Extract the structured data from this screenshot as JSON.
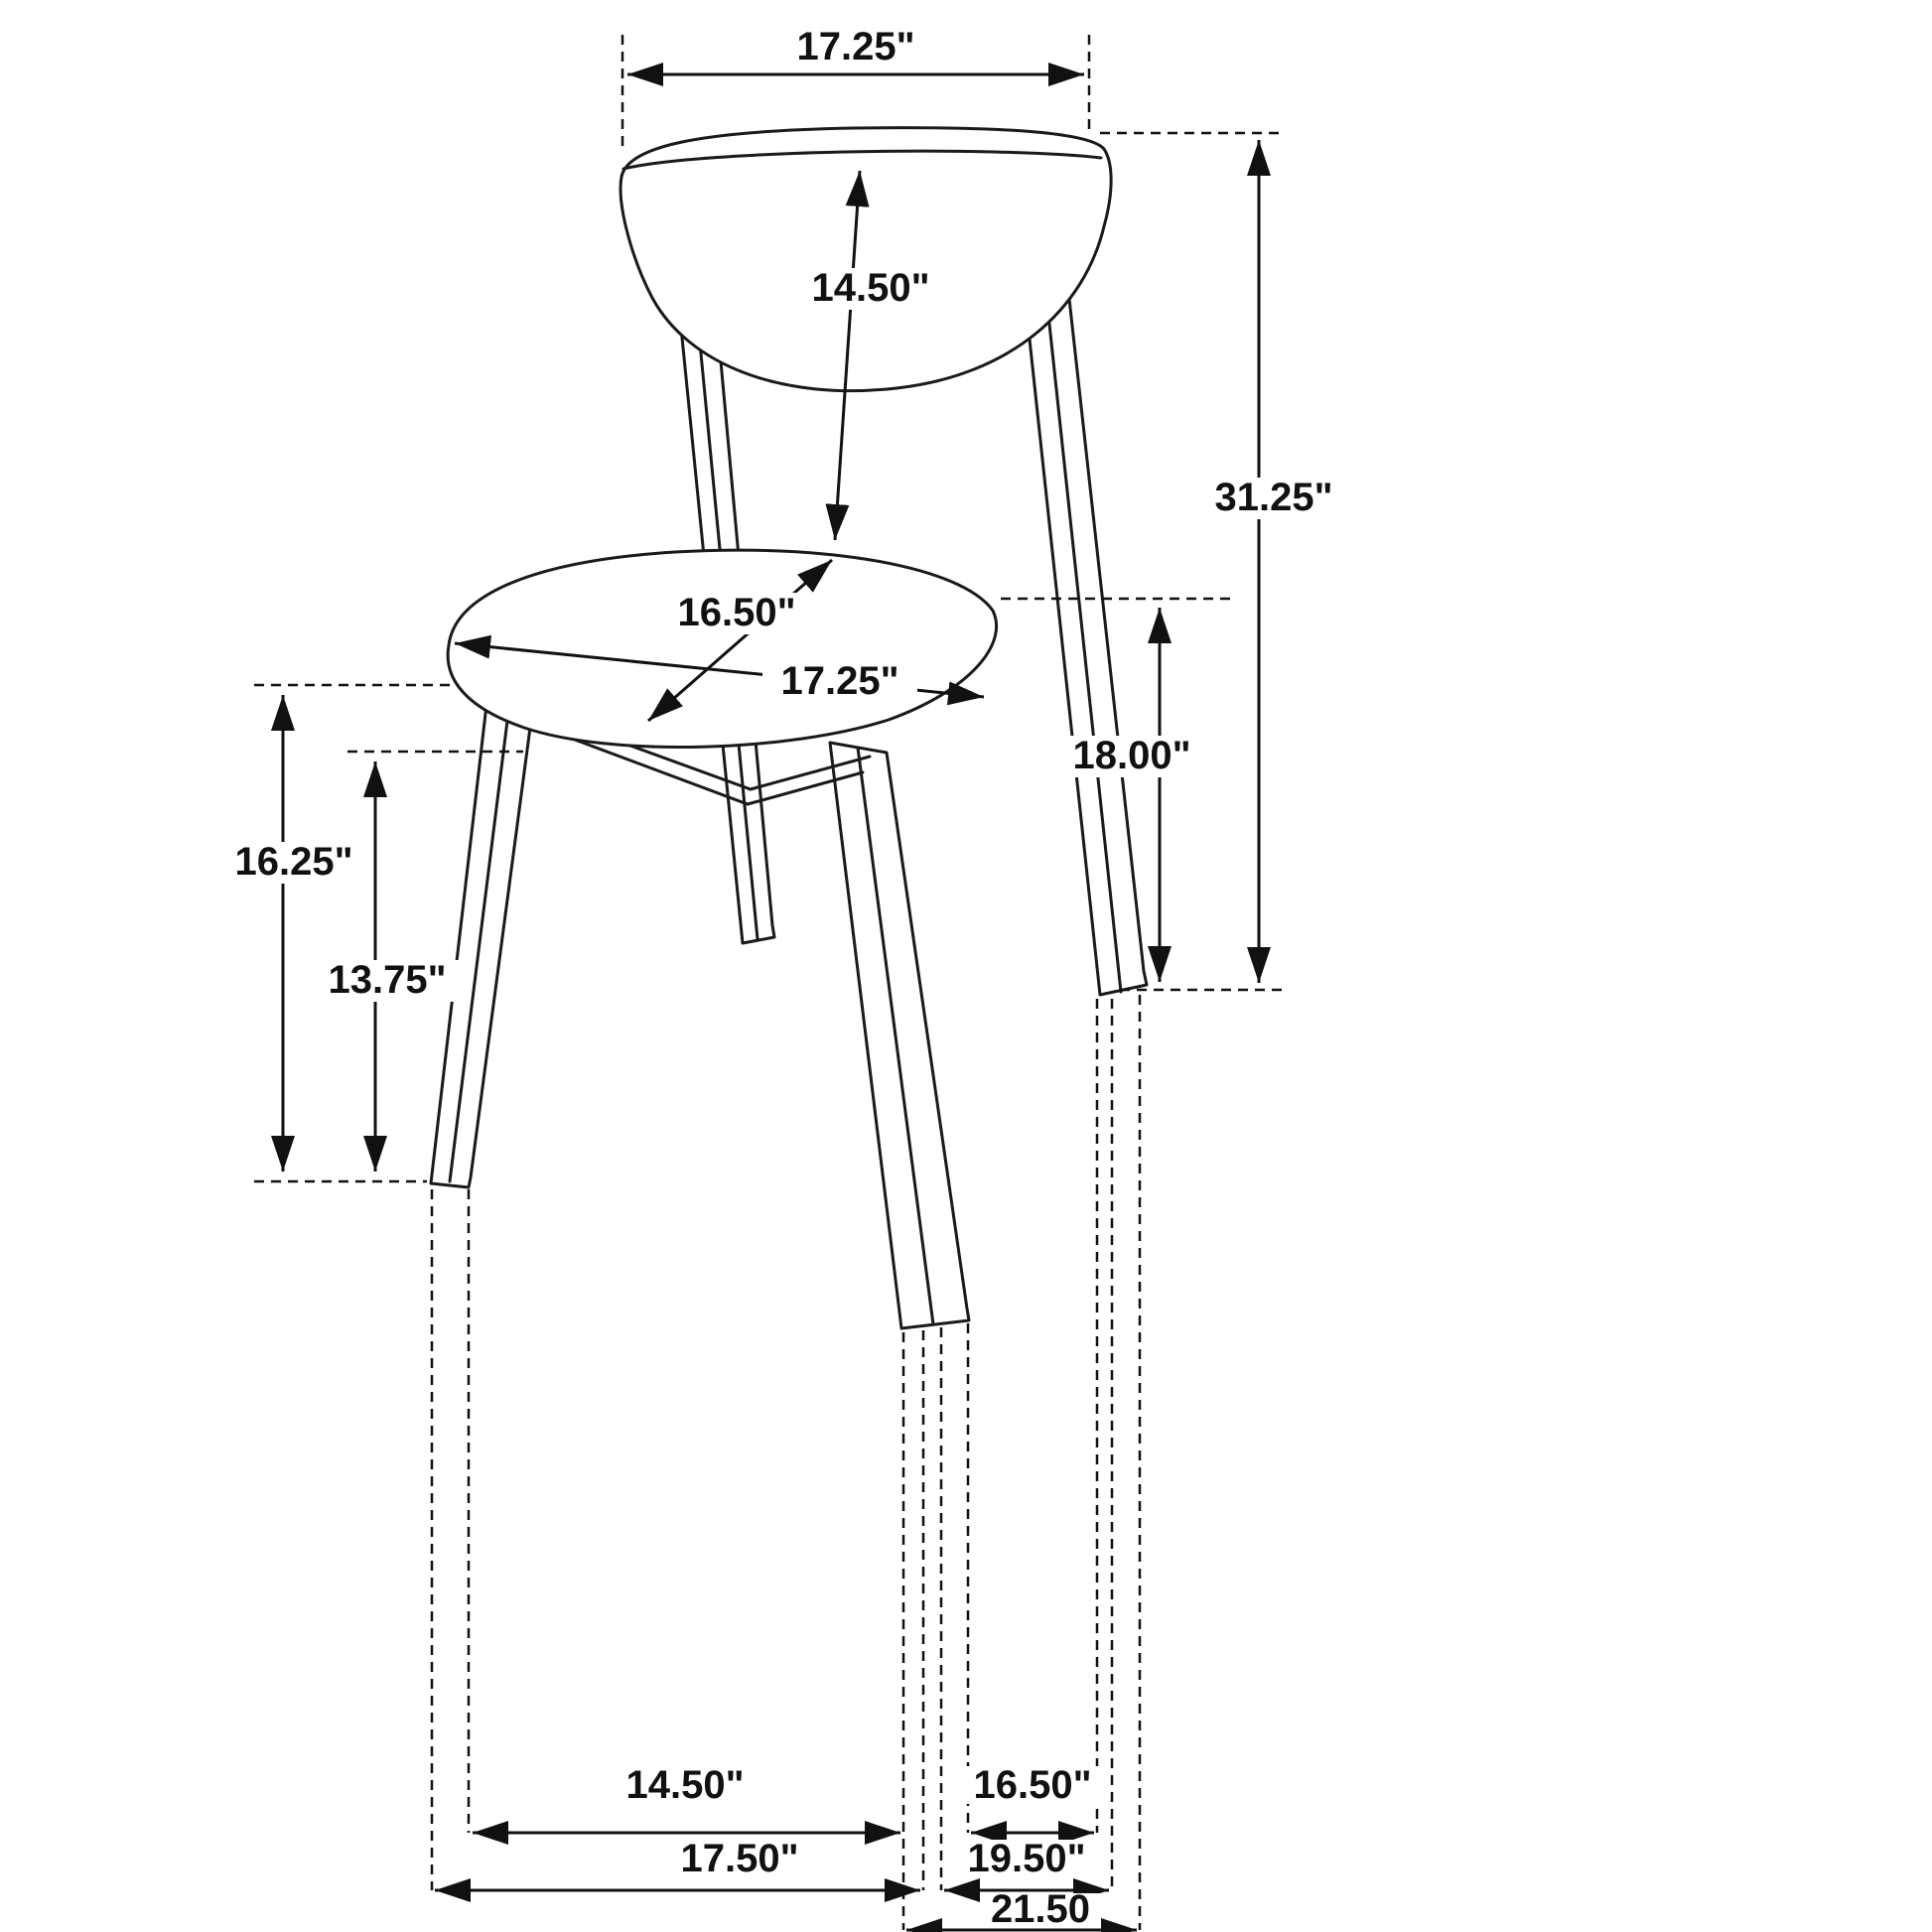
{
  "diagram": {
    "subject": "side-chair technical dimension drawing",
    "unit": "inches",
    "line_color": "#1a1a1a",
    "background_color": "#ffffff"
  },
  "labels": {
    "backrest_width": "17.25\"",
    "backrest_height": "14.50\"",
    "overall_height": "31.25\"",
    "seat_depth": "16.50\"",
    "seat_width": "17.25\"",
    "floor_to_seat": "18.00\"",
    "seat_front_height": "16.25\"",
    "apron_height": "13.75\"",
    "front_feet_inner_span": "14.50\"",
    "front_to_back_foot_gap": "16.50\"",
    "front_feet_outer_span": "17.50\"",
    "leg_depth_span": "19.50\"",
    "overall_depth": "21.50"
  }
}
